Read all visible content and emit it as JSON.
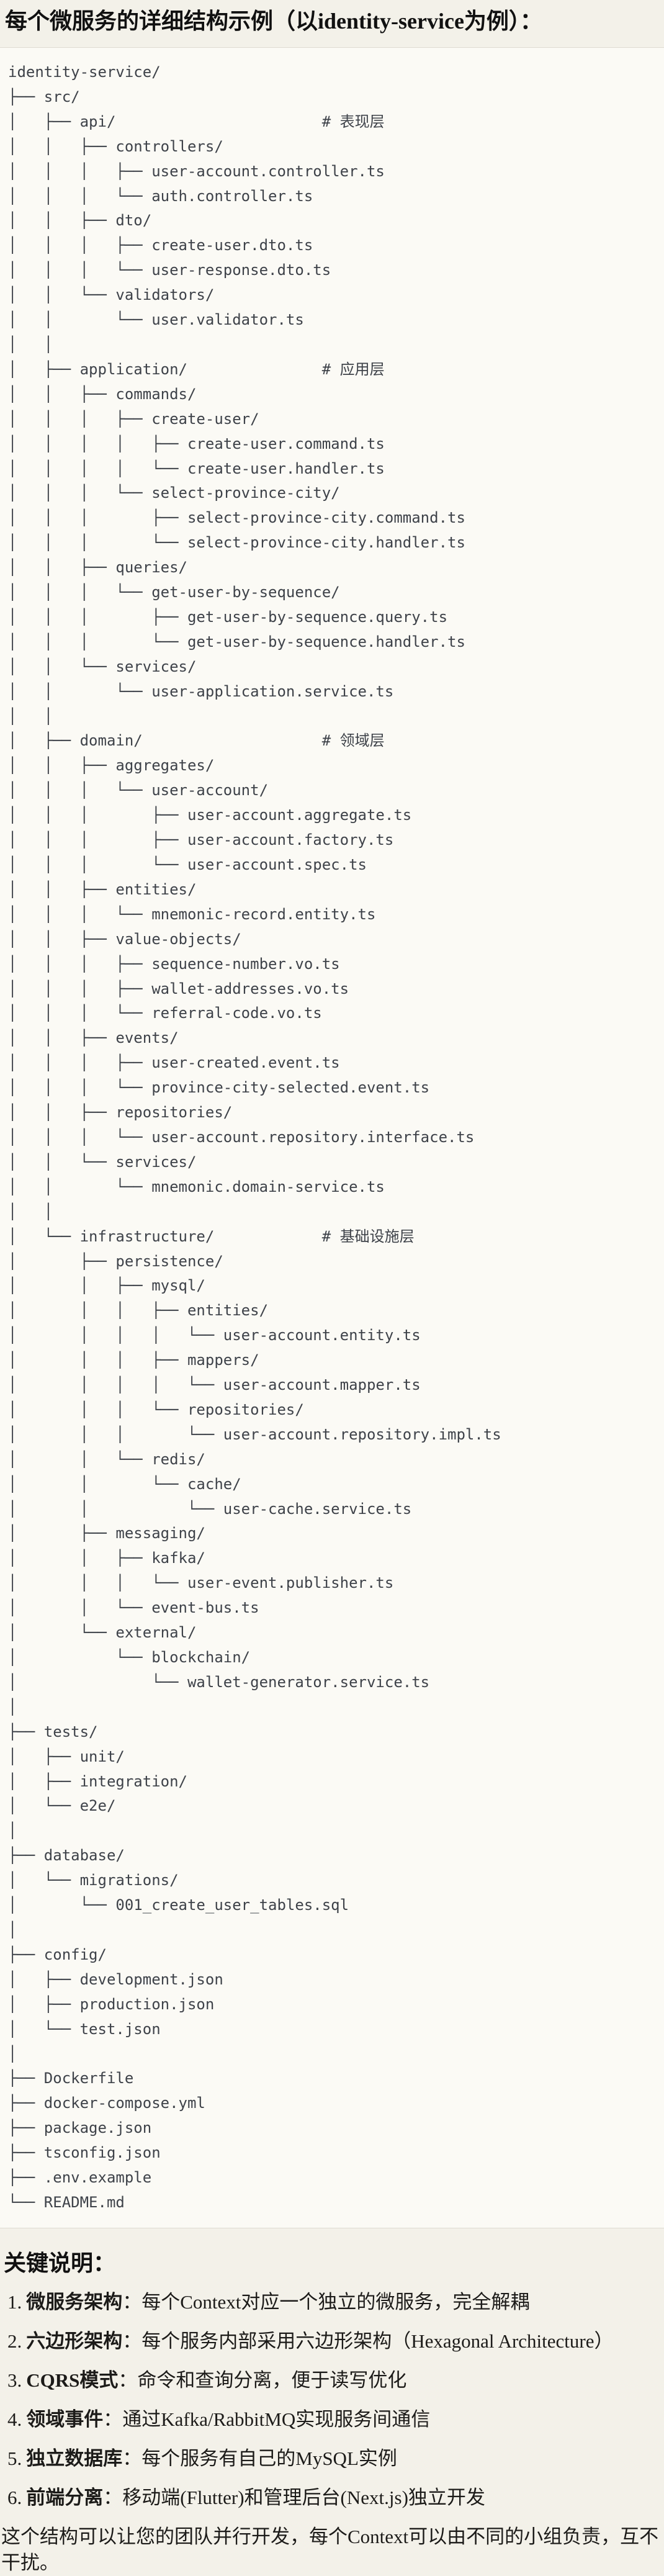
{
  "title": "每个微服务的详细结构示例（以identity-service为例）：",
  "code_block": {
    "tree_lines": [
      "identity-service/",
      "├── src/",
      "│   ├── api/                       # 表现层",
      "│   │   ├── controllers/",
      "│   │   │   ├── user-account.controller.ts",
      "│   │   │   └── auth.controller.ts",
      "│   │   ├── dto/",
      "│   │   │   ├── create-user.dto.ts",
      "│   │   │   └── user-response.dto.ts",
      "│   │   └── validators/",
      "│   │       └── user.validator.ts",
      "│   │",
      "│   ├── application/               # 应用层",
      "│   │   ├── commands/",
      "│   │   │   ├── create-user/",
      "│   │   │   │   ├── create-user.command.ts",
      "│   │   │   │   └── create-user.handler.ts",
      "│   │   │   └── select-province-city/",
      "│   │   │       ├── select-province-city.command.ts",
      "│   │   │       └── select-province-city.handler.ts",
      "│   │   ├── queries/",
      "│   │   │   └── get-user-by-sequence/",
      "│   │   │       ├── get-user-by-sequence.query.ts",
      "│   │   │       └── get-user-by-sequence.handler.ts",
      "│   │   └── services/",
      "│   │       └── user-application.service.ts",
      "│   │",
      "│   ├── domain/                    # 领域层",
      "│   │   ├── aggregates/",
      "│   │   │   └── user-account/",
      "│   │   │       ├── user-account.aggregate.ts",
      "│   │   │       ├── user-account.factory.ts",
      "│   │   │       └── user-account.spec.ts",
      "│   │   ├── entities/",
      "│   │   │   └── mnemonic-record.entity.ts",
      "│   │   ├── value-objects/",
      "│   │   │   ├── sequence-number.vo.ts",
      "│   │   │   ├── wallet-addresses.vo.ts",
      "│   │   │   └── referral-code.vo.ts",
      "│   │   ├── events/",
      "│   │   │   ├── user-created.event.ts",
      "│   │   │   └── province-city-selected.event.ts",
      "│   │   ├── repositories/",
      "│   │   │   └── user-account.repository.interface.ts",
      "│   │   └── services/",
      "│   │       └── mnemonic.domain-service.ts",
      "│   │",
      "│   └── infrastructure/            # 基础设施层",
      "│       ├── persistence/",
      "│       │   ├── mysql/",
      "│       │   │   ├── entities/",
      "│       │   │   │   └── user-account.entity.ts",
      "│       │   │   ├── mappers/",
      "│       │   │   │   └── user-account.mapper.ts",
      "│       │   │   └── repositories/",
      "│       │   │       └── user-account.repository.impl.ts",
      "│       │   └── redis/",
      "│       │       └── cache/",
      "│       │           └── user-cache.service.ts",
      "│       ├── messaging/",
      "│       │   ├── kafka/",
      "│       │   │   └── user-event.publisher.ts",
      "│       │   └── event-bus.ts",
      "│       └── external/",
      "│           └── blockchain/",
      "│               └── wallet-generator.service.ts",
      "│",
      "├── tests/",
      "│   ├── unit/",
      "│   ├── integration/",
      "│   └── e2e/",
      "│",
      "├── database/",
      "│   └── migrations/",
      "│       └── 001_create_user_tables.sql",
      "│",
      "├── config/",
      "│   ├── development.json",
      "│   ├── production.json",
      "│   └── test.json",
      "│",
      "├── Dockerfile",
      "├── docker-compose.yml",
      "├── package.json",
      "├── tsconfig.json",
      "├── .env.example",
      "└── README.md"
    ]
  },
  "notes": {
    "heading": "关键说明：",
    "items": [
      {
        "num": "1.",
        "term": "微服务架构",
        "text": "：每个Context对应一个独立的微服务，完全解耦"
      },
      {
        "num": "2.",
        "term": "六边形架构",
        "text": "：每个服务内部采用六边形架构（Hexagonal Architecture）"
      },
      {
        "num": "3.",
        "term": "CQRS模式",
        "text": "：命令和查询分离，便于读写优化"
      },
      {
        "num": "4.",
        "term": "领域事件",
        "text": "：通过Kafka/RabbitMQ实现服务间通信"
      },
      {
        "num": "5.",
        "term": "独立数据库",
        "text": "：每个服务有自己的MySQL实例"
      },
      {
        "num": "6.",
        "term": "前端分离",
        "text": "：移动端(Flutter)和管理后台(Next.js)独立开发"
      }
    ],
    "closing": "这个结构可以让您的团队并行开发，每个Context可以由不同的小组负责，互不干扰。"
  },
  "colors": {
    "page_background": "#f3f1e9",
    "code_background": "#fbfaf5",
    "code_border": "#dedbd2",
    "code_text": "#3e4249",
    "body_text": "#1c1b19"
  }
}
